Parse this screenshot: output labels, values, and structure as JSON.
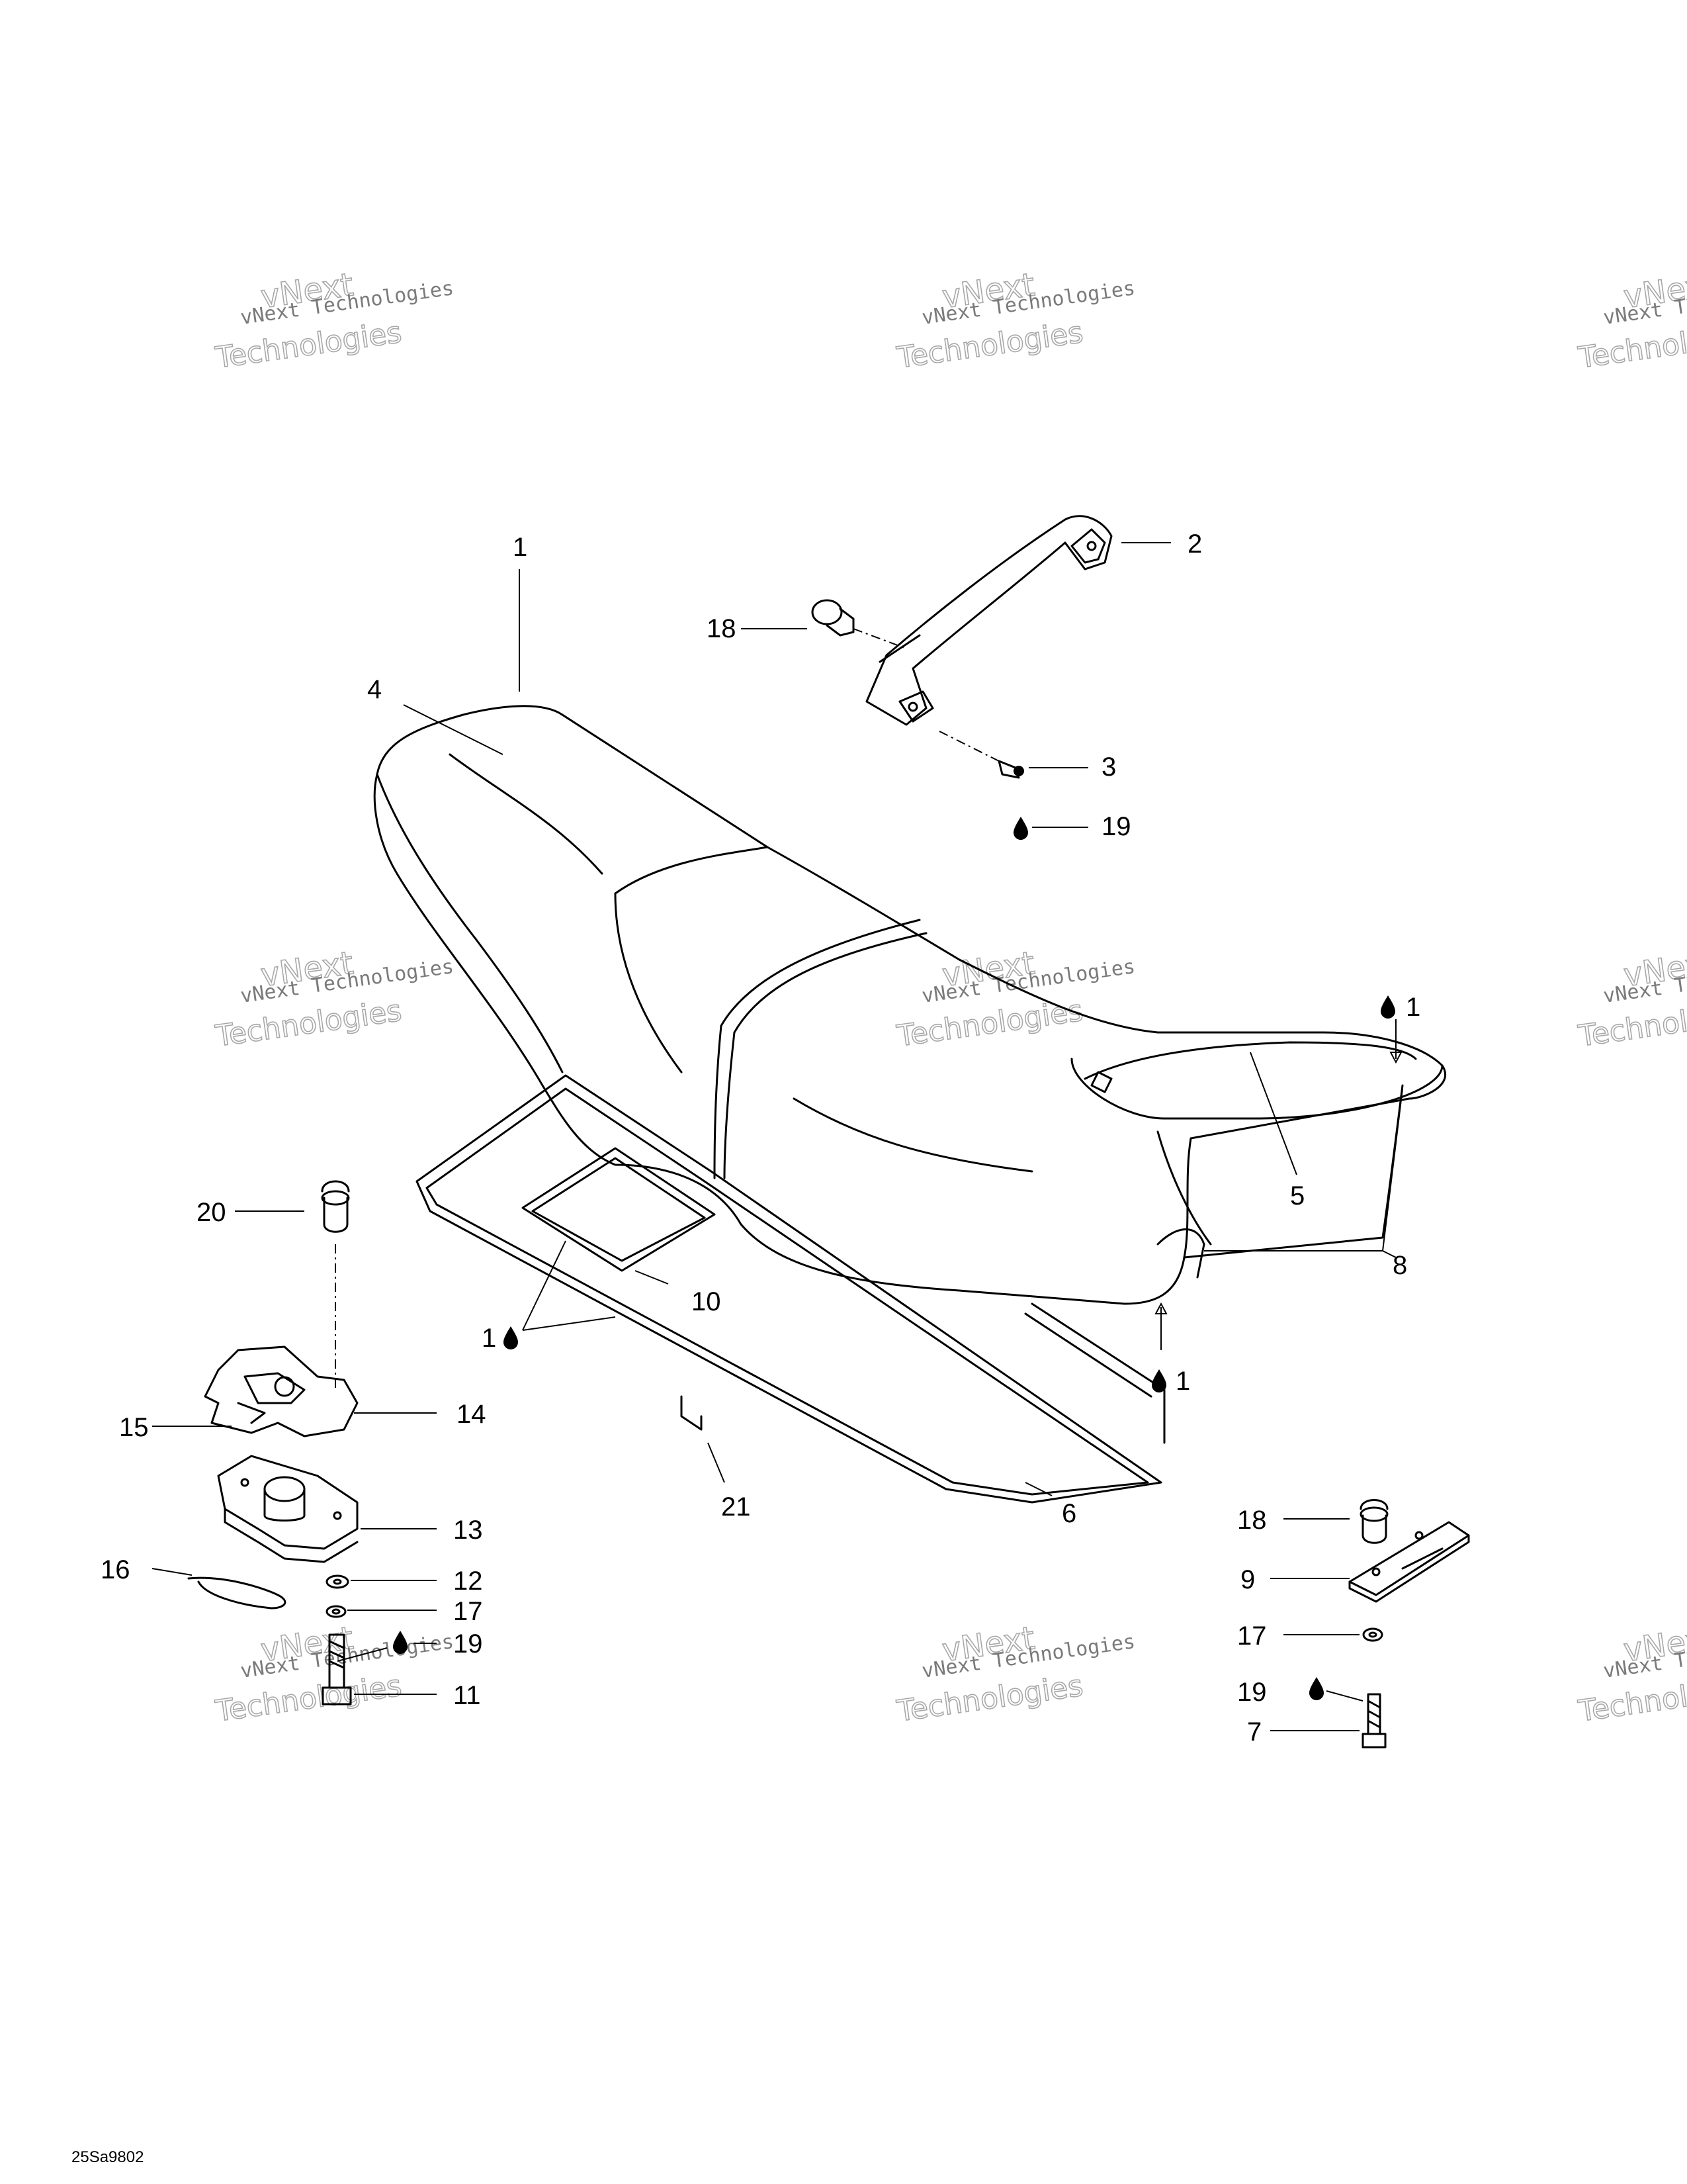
{
  "figure_ref": "25Sa9802",
  "watermark": {
    "line1": "vNext Technologies",
    "line2": "vNext",
    "line3": "Technologies"
  },
  "callouts": {
    "c1_top": "1",
    "c2": "2",
    "c3": "3",
    "c4": "4",
    "c5": "5",
    "c6": "6",
    "c7": "7",
    "c8": "8",
    "c9": "9",
    "c10": "10",
    "c11": "11",
    "c12": "12",
    "c13": "13",
    "c14": "14",
    "c15": "15",
    "c16": "16",
    "c17_left": "17",
    "c17_right": "17",
    "c18_top": "18",
    "c18_right": "18",
    "c19_top": "19",
    "c19_left": "19",
    "c19_right": "19",
    "c20": "20",
    "c21": "21",
    "c1_right_top": "1",
    "c1_left_low": "1",
    "c1_right_low": "1"
  },
  "icons": {
    "adhesive": "drop-icon"
  }
}
